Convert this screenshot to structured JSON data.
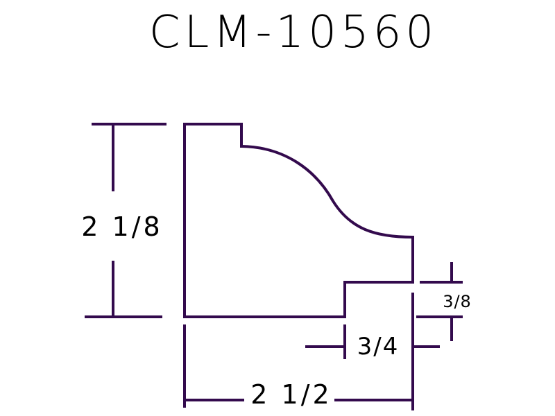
{
  "title": "CLM-10560",
  "dimensions": {
    "height": "2 1/8",
    "width": "2 1/2",
    "step_width": "3/4",
    "step_height": "3/8"
  },
  "colors": {
    "line": "#330a4d",
    "text": "#000000",
    "background": "#ffffff"
  }
}
